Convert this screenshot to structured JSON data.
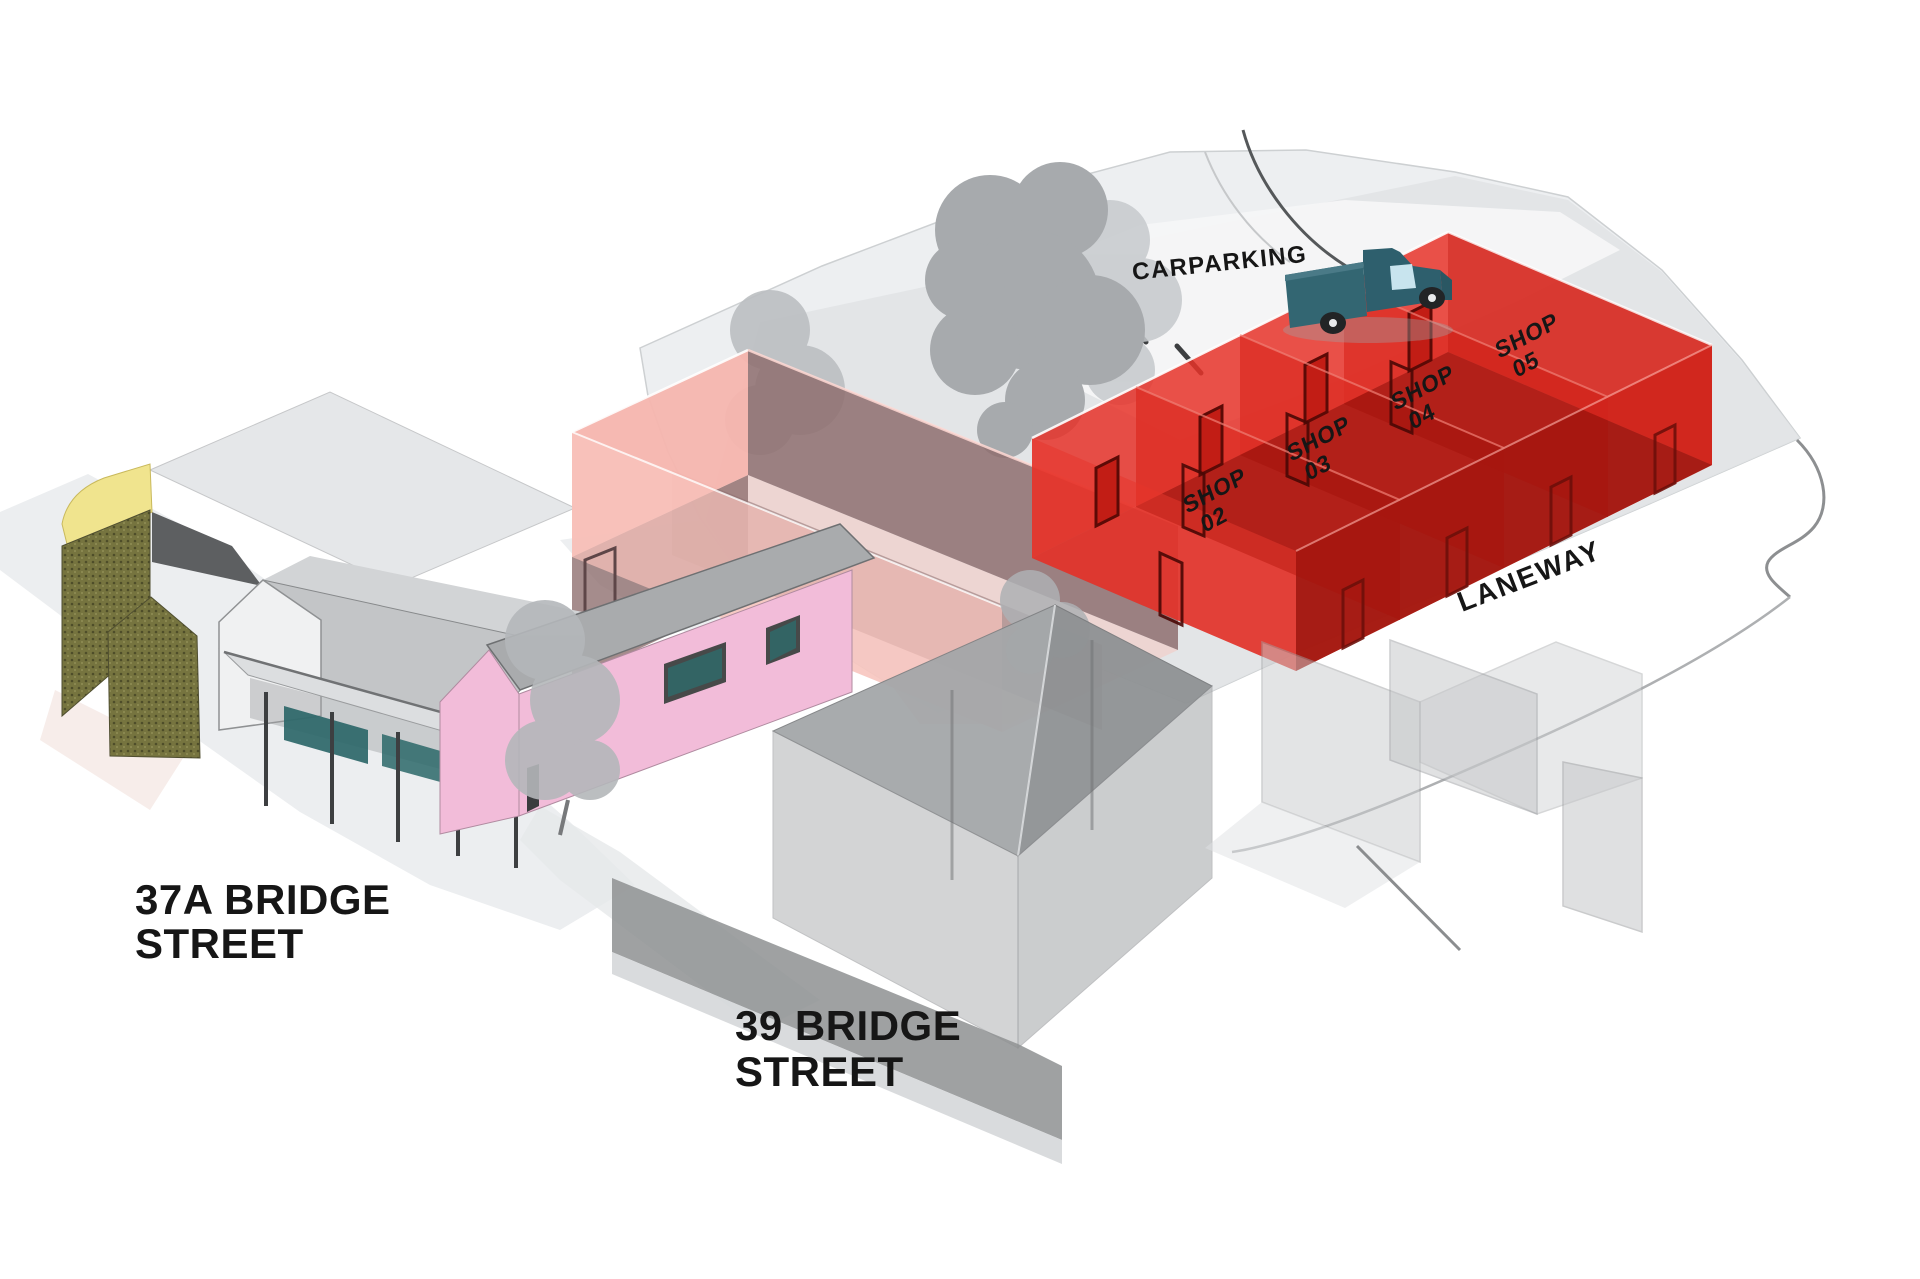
{
  "title": "Axonometric site diagram - Bridge Street shops",
  "labels": {
    "carparking": "CARPARKING",
    "laneway": "LANEWAY"
  },
  "addresses": {
    "a37": {
      "line1": "37A BRIDGE",
      "line2": "STREET"
    },
    "a39": {
      "line1": "39 BRIDGE",
      "line2": "STREET"
    }
  },
  "shops": [
    {
      "word": "SHOP",
      "num": "02"
    },
    {
      "word": "SHOP",
      "num": "03"
    },
    {
      "word": "SHOP",
      "num": "04"
    },
    {
      "word": "SHOP",
      "num": "05"
    }
  ],
  "objects": {
    "truck": "pickup-truck",
    "trees": "tree-silhouette"
  },
  "colors": {
    "background": "#ffffff",
    "site_gray": "#edeff1",
    "site_gray_dark": "#e1e3e5",
    "carpark_light": "#f5f6f7",
    "street_gray": "#eceef0",
    "tree_dark": "#a7aaad",
    "tree_light": "#c6c9cc",
    "tree_mid": "#b4b7ba",
    "olive_building": "#76743f",
    "yellow_parapet": "#f0e48e",
    "house_wall": "#f0f1f2",
    "house_roof": "#c3c5c7",
    "window_teal": "#2c6769",
    "pink_wall": "#f2bcd9",
    "pink_roof": "#a9abad",
    "salmon_wall": "#f5b5ae",
    "salmon_dark": "#8e6e6e",
    "red_wall": "#e63229",
    "red_dark": "#9c150d",
    "red_floor": "#dc2d24",
    "red_end": "#d6261d",
    "door_red": "#5c0a06",
    "warehouse_roof": "#a4a7a9",
    "warehouse_wall": "#b6b8ba",
    "truck_body": "#336672",
    "truck_glass": "#c8e4ee",
    "label_text": "#161616",
    "shop_text": "#223028"
  }
}
